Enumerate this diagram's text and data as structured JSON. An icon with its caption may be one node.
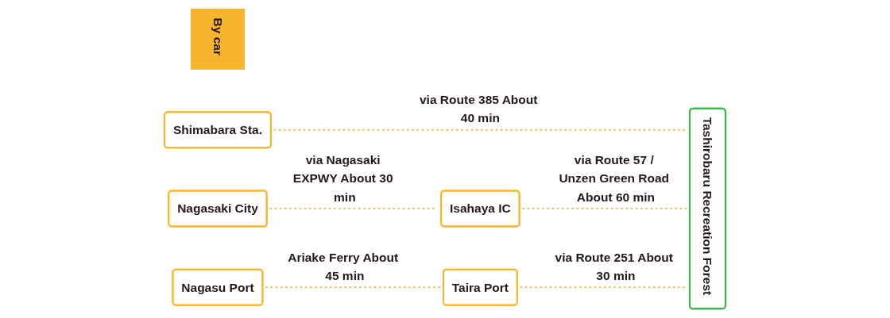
{
  "diagram": {
    "nodes": [
      {
        "text": [
          "By car"
        ]
      },
      {
        "text": [
          "Shimabara Sta."
        ]
      },
      {
        "text": [
          "Nagasaki City"
        ]
      },
      {
        "text": [
          "Isahaya IC"
        ]
      },
      {
        "text": [
          "Nagasu Port"
        ]
      },
      {
        "text": [
          "Taira Port"
        ]
      },
      {
        "text": [
          "Tashirobaru Recreation Forest"
        ]
      }
    ],
    "edges": [
      {
        "from": 1,
        "to": 6,
        "arrow": "none",
        "style": "dashed",
        "label": "via Route 385 About 40 min"
      },
      {
        "from": 2,
        "to": 3,
        "arrow": "none",
        "style": "dashed",
        "label": "via Nagasaki EXPWY About 30 min"
      },
      {
        "from": 3,
        "to": 6,
        "arrow": "none",
        "style": "dashed",
        "label": "via Route 57 / Unzen Green Road About 60 min"
      },
      {
        "from": 4,
        "to": 5,
        "arrow": "none",
        "style": "dashed",
        "label": "Ariake Ferry About 45 min"
      },
      {
        "from": 5,
        "to": 6,
        "arrow": "none",
        "style": "dashed",
        "label": "via Route 251 About 30 min"
      }
    ]
  }
}
